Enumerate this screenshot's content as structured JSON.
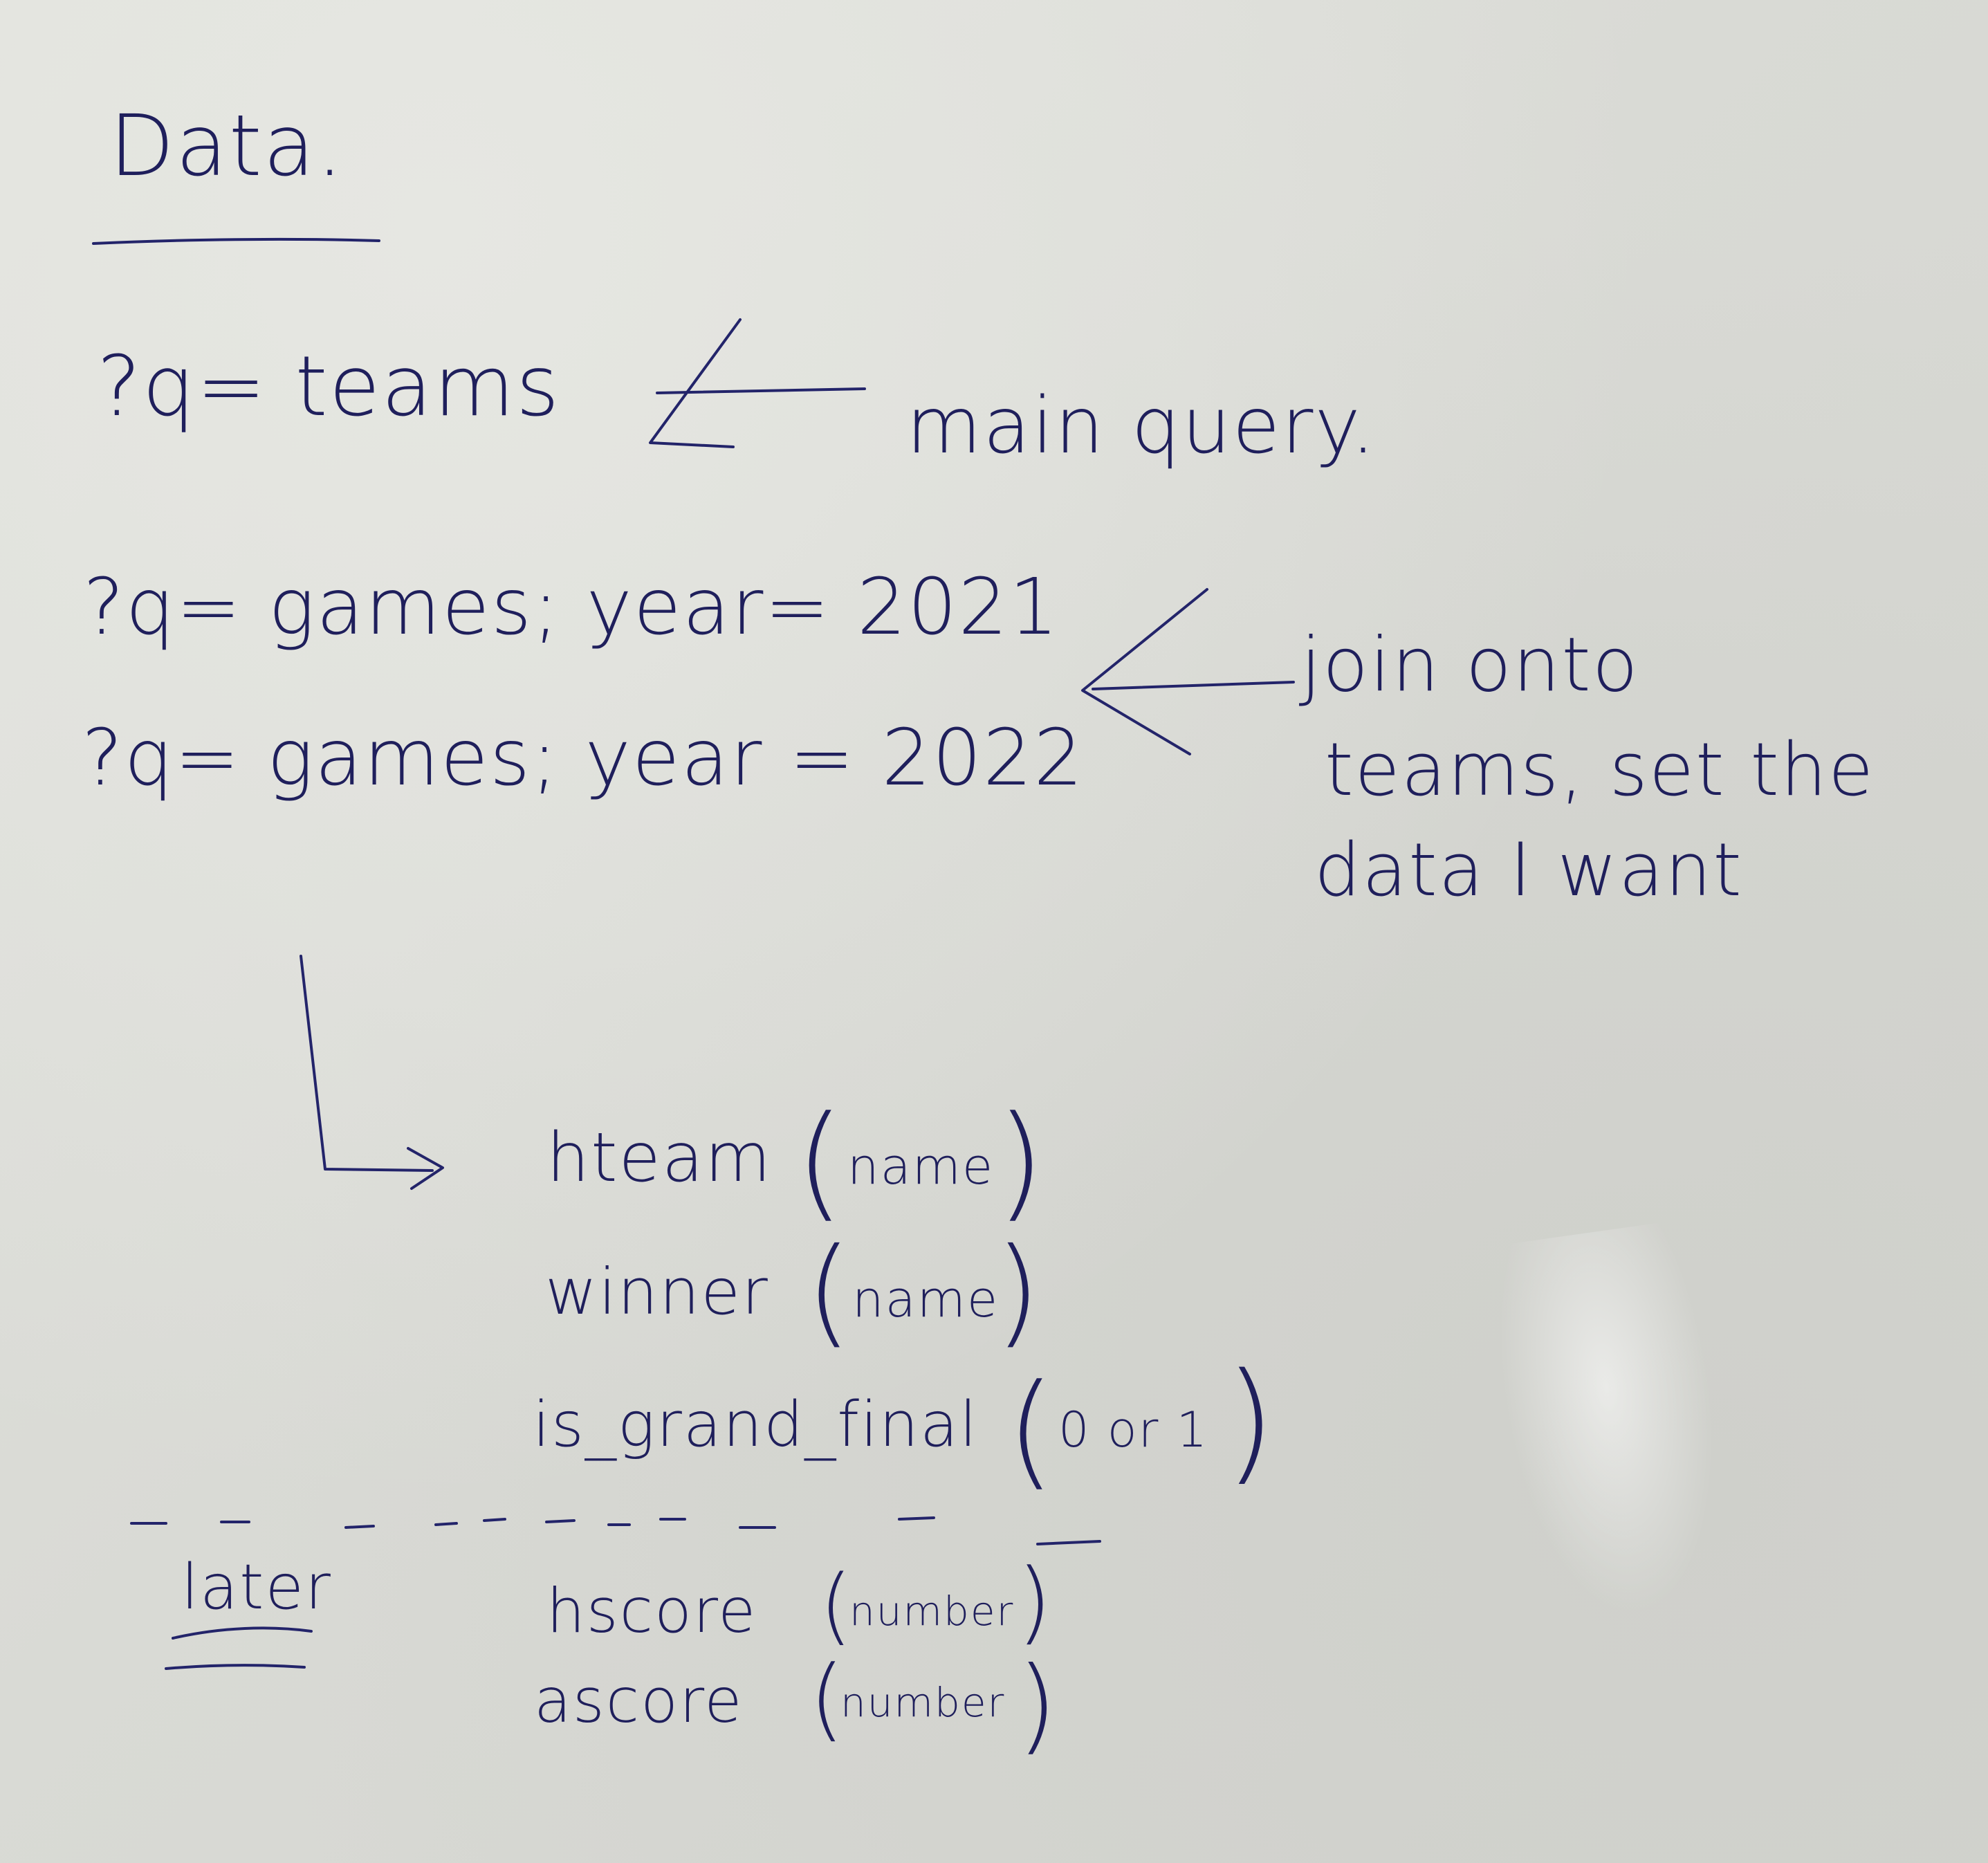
{
  "heading": "Data.",
  "lines": {
    "main_query": "?q= teams",
    "main_query_note": "main query.",
    "games_2021": "?q= games; year= 2021",
    "games_2022": "?q= games; year = 2022",
    "join_note_1": "join onto",
    "join_note_2": "teams, set the",
    "join_note_3": "data I want"
  },
  "fields": [
    {
      "name": "hteam",
      "type": "name"
    },
    {
      "name": "winner",
      "type": "name"
    },
    {
      "name": "is_grand_final",
      "type": "0 or 1"
    }
  ],
  "later_label": "later",
  "later_fields": [
    {
      "name": "hscore",
      "type": "number"
    },
    {
      "name": "ascore",
      "type": "number"
    }
  ],
  "ink_color": "#1f1f5c",
  "paper_color": "#dcddd8"
}
